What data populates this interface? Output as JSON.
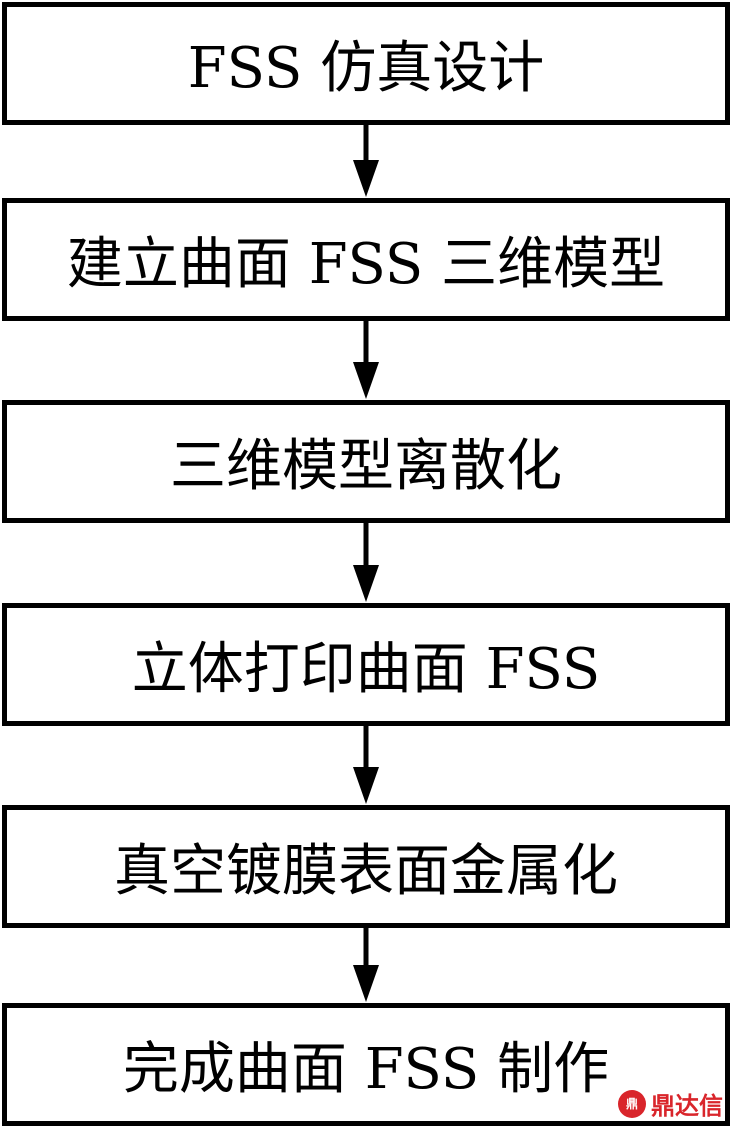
{
  "steps": [
    "FSS 仿真设计",
    "建立曲面 FSS 三维模型",
    "三维模型离散化",
    "立体打印曲面 FSS",
    "真空镀膜表面金属化",
    "完成曲面 FSS 制作"
  ],
  "watermark": {
    "logo": "鼎",
    "text": "鼎达信",
    "color": "#d9252b"
  }
}
